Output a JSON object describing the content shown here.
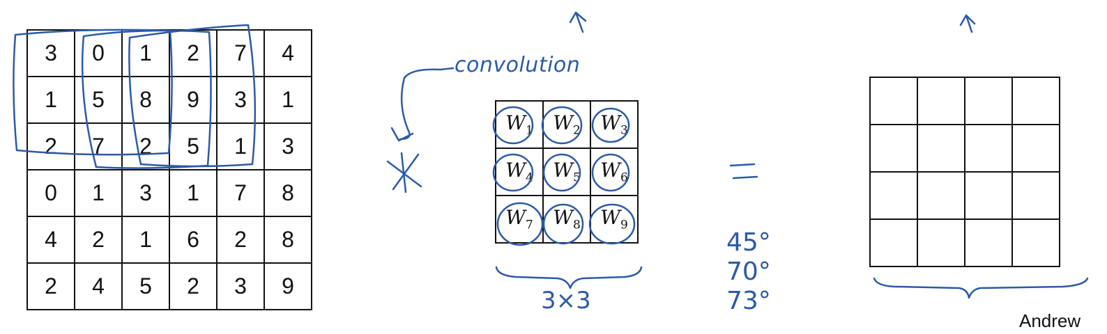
{
  "input_matrix": [
    [
      "3",
      "0",
      "1",
      "2",
      "7",
      "4"
    ],
    [
      "1",
      "5",
      "8",
      "9",
      "3",
      "1"
    ],
    [
      "2",
      "7",
      "2",
      "5",
      "1",
      "3"
    ],
    [
      "0",
      "1",
      "3",
      "1",
      "7",
      "8"
    ],
    [
      "4",
      "2",
      "1",
      "6",
      "2",
      "8"
    ],
    [
      "2",
      "4",
      "5",
      "2",
      "3",
      "9"
    ]
  ],
  "filter_weights": [
    [
      "W1",
      "W2",
      "W3"
    ],
    [
      "W4",
      "W5",
      "W6"
    ],
    [
      "W7",
      "W8",
      "W9"
    ]
  ],
  "labels": {
    "convolution": "convolution",
    "filter_size": "3×3",
    "author": "Andrew"
  },
  "angles": [
    "45°",
    "70°",
    "73°"
  ],
  "colors": {
    "ink": "#2b5aa6",
    "grid": "#111111"
  },
  "icons": {
    "operator": "asterisk-icon",
    "equals": "equals-icon",
    "arrows": "up-arrow-icon"
  }
}
